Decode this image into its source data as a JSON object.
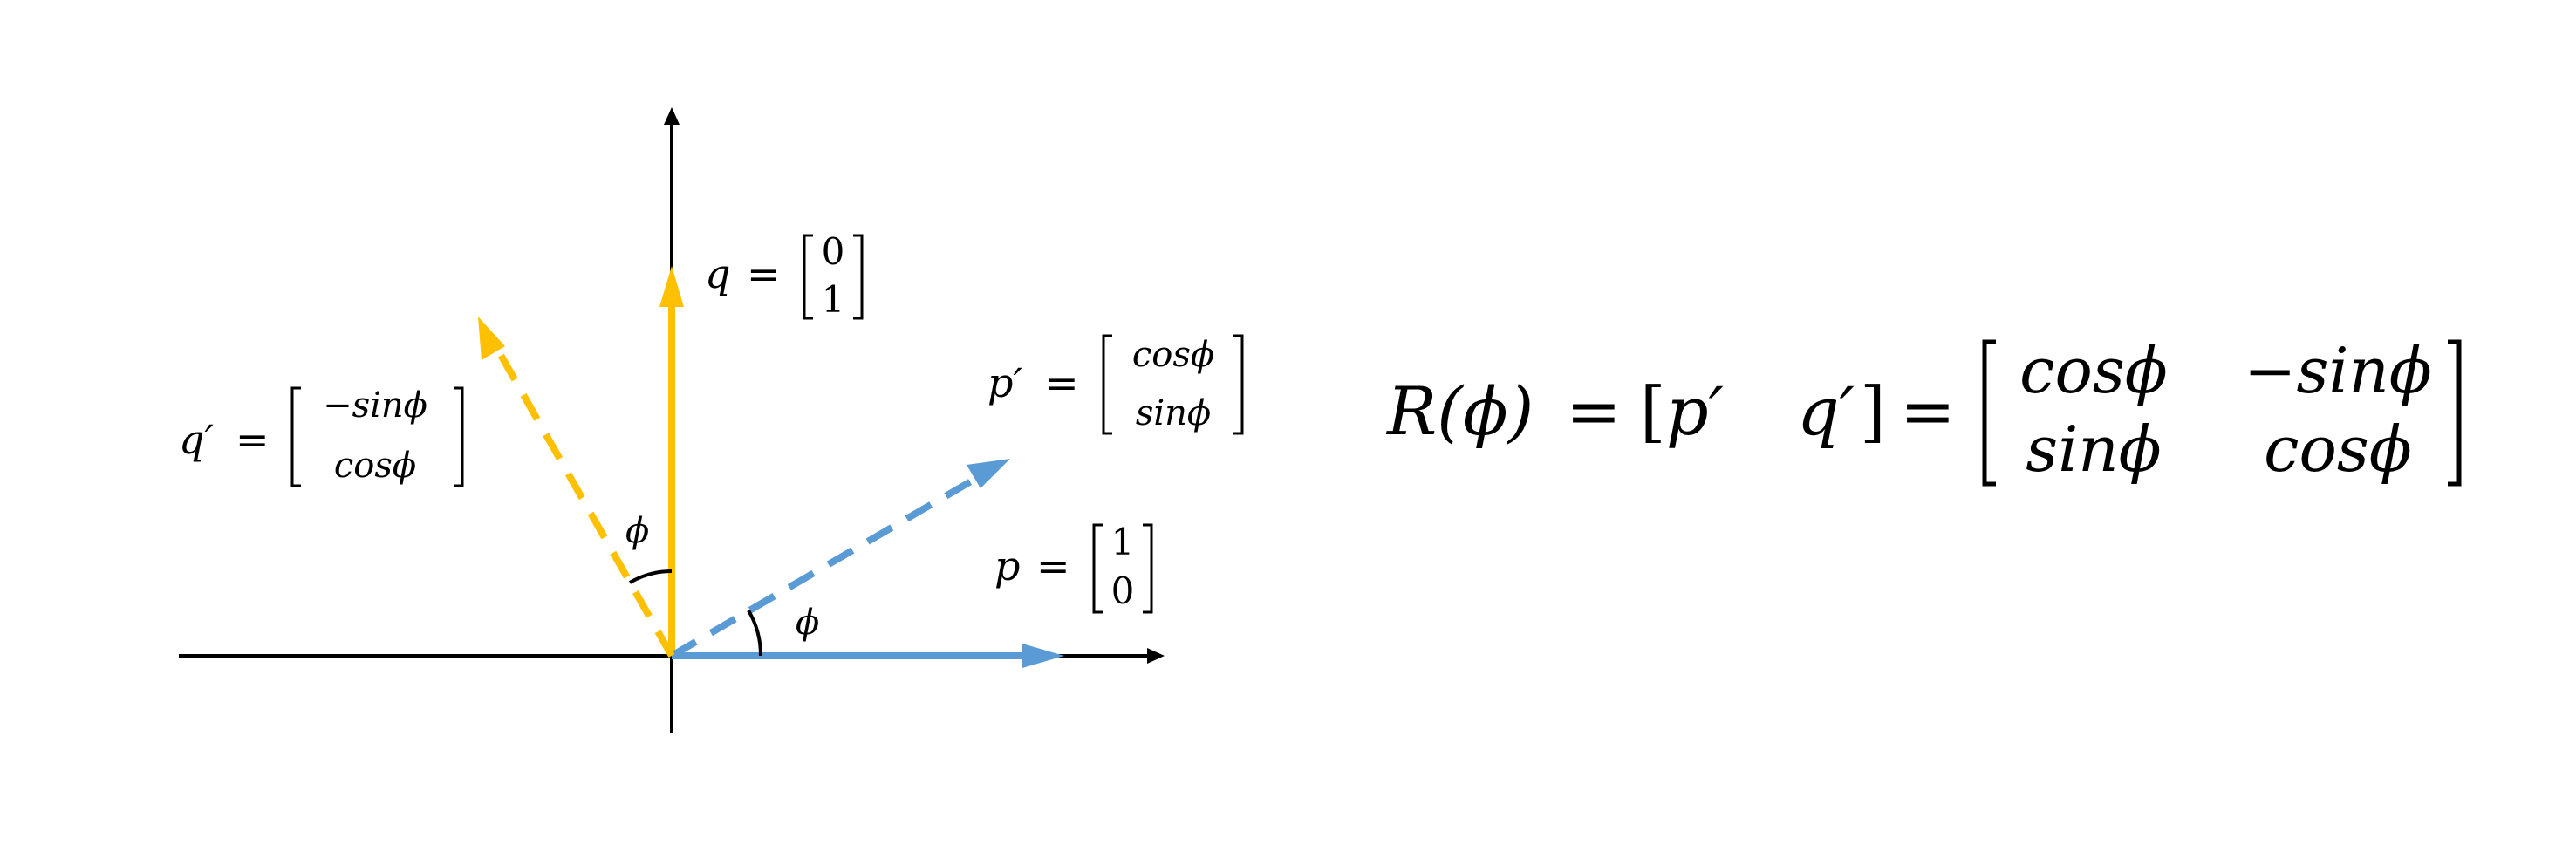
{
  "colors": {
    "axis": "#000000",
    "p_vector": "#5B9BD5",
    "q_vector": "#FFC000"
  },
  "labels": {
    "q": {
      "name": "q",
      "eq": "=",
      "top": "0",
      "bottom": "1"
    },
    "p": {
      "name": "p",
      "eq": "=",
      "top": "1",
      "bottom": "0"
    },
    "p_prime": {
      "name": "p′",
      "eq": "=",
      "top": "cosϕ",
      "bottom": "sinϕ"
    },
    "q_prime": {
      "name": "q′",
      "eq": "=",
      "top": "−sinϕ",
      "bottom": "cosϕ"
    },
    "angle_p": "ϕ",
    "angle_q": "ϕ"
  },
  "formula": {
    "lhs": "R(ϕ)",
    "eq1": "=",
    "col1": "p′",
    "col2": "q′",
    "eq2": "=",
    "m11": "cosϕ",
    "m12": "−sinϕ",
    "m21": "sinϕ",
    "m22": "cosϕ"
  }
}
